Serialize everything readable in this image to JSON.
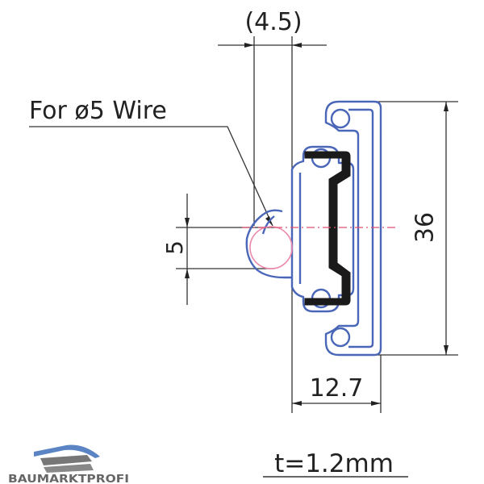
{
  "labels": {
    "width_paren": "(4.5)",
    "wire_note": "For ø5 Wire",
    "wire_dim": "5",
    "height_dim": "36",
    "depth_dim": "12.7",
    "thickness": "t=1.2mm"
  },
  "logo": {
    "text": "BAUMARKTPROFI"
  },
  "colors": {
    "profile_blue": "#4a66b8",
    "inner_black": "#1a1a1a",
    "dim_line": "#333333",
    "center_line": "#e05070",
    "wire_circle": "#ee88aa",
    "logo_blue": "#5a84c4",
    "logo_grey": "#666666"
  }
}
